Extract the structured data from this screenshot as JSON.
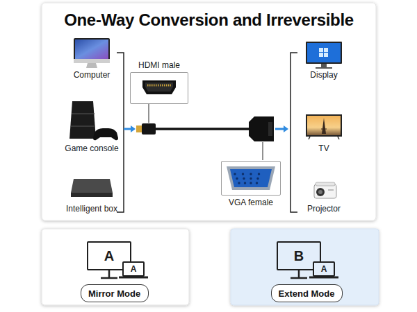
{
  "diagram": {
    "title": "One-Way Conversion and Irreversible",
    "nodes": [
      {
        "text": [
          "Computer"
        ]
      },
      {
        "text": [
          "Game console"
        ]
      },
      {
        "text": [
          "Intelligent box"
        ]
      },
      {
        "text": [
          "HDMI male"
        ]
      },
      {
        "text": [
          "VGA female"
        ]
      },
      {
        "text": [
          "Display"
        ]
      },
      {
        "text": [
          "TV"
        ]
      },
      {
        "text": [
          "Projector"
        ]
      },
      {
        "text": [
          "A"
        ]
      },
      {
        "text": [
          "A"
        ]
      },
      {
        "text": [
          "Mirror Mode"
        ]
      },
      {
        "text": [
          "B"
        ]
      },
      {
        "text": [
          "A"
        ]
      },
      {
        "text": [
          "Extend Mode"
        ]
      }
    ]
  }
}
